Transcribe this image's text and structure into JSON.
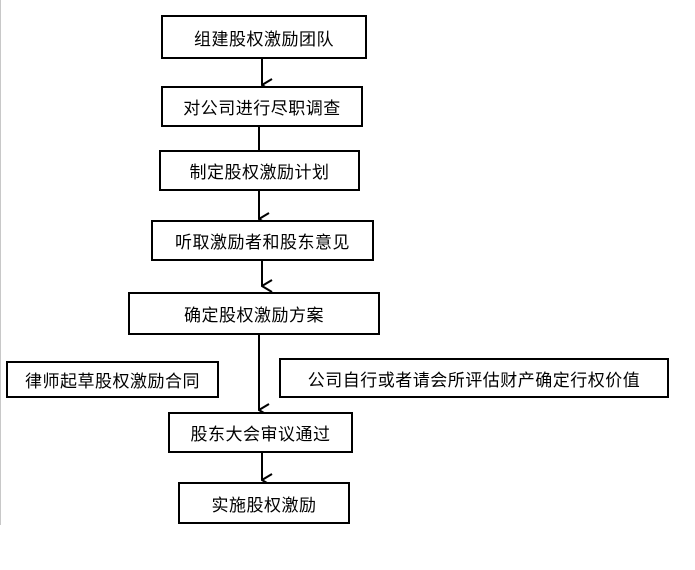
{
  "steps": {
    "s1": "组建股权激励团队",
    "s2": "对公司进行尽职调查",
    "s3": "制定股权激励计划",
    "s4": "听取激励者和股东意见",
    "s5": "确定股权激励方案",
    "s6": "股东大会审议通过",
    "s7": "实施股权激励"
  },
  "side_notes": {
    "left": "律师起草股权激励合同",
    "right": "公司自行或者请会所评估财产确定行权价值"
  },
  "colors": {
    "stroke": "#000000",
    "background": "#ffffff"
  }
}
